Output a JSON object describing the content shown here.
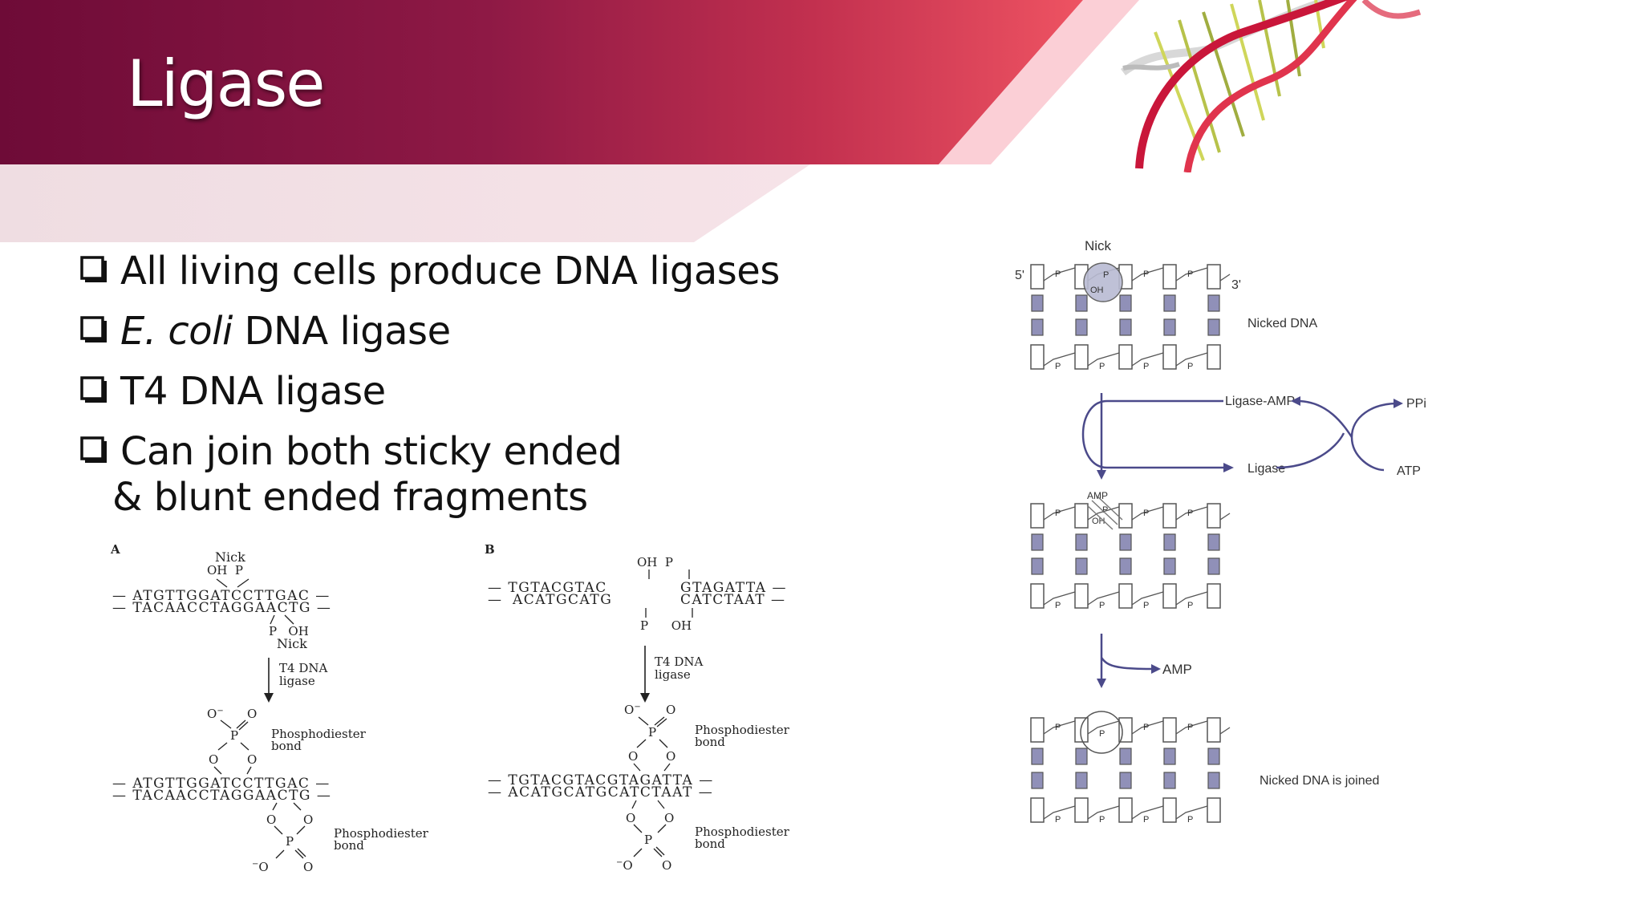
{
  "slide": {
    "title": "Ligase",
    "accent_colors": {
      "dark": "#6e0b37",
      "mid": "#a41e4a",
      "bright": "#e8475c",
      "light": "#f3d7de"
    }
  },
  "bullets": [
    {
      "text": "All living cells produce DNA ligases"
    },
    {
      "italic": "E. coli",
      "text": " DNA ligase"
    },
    {
      "text": "T4 DNA ligase"
    },
    {
      "text": "Can join both sticky ended",
      "continuation": "& blunt ended fragments"
    }
  ],
  "figure_a": {
    "panel": "A",
    "nick_top": "Nick",
    "oh_p_top": "OH  P",
    "top_strand": "— ATGTTGGATCCTTGAC —",
    "bottom_strand": "— TACAACCTAGGAACTG —",
    "p_oh_bottom": "P   OH",
    "nick_bottom": "Nick",
    "enzyme_1": "T4 DNA",
    "enzyme_2": "ligase",
    "phospho_1": "Phosphodiester",
    "phospho_2": "bond",
    "top_joined": "— ATGTTGGATCCTTGAC —",
    "bottom_joined": "— TACAACCTAGGAACTG —"
  },
  "figure_b": {
    "panel": "B",
    "oh_p_top": "OH  P",
    "top_left": "— TGTACGTAC",
    "top_right": "GTAGATTA —",
    "bottom_left": "ACATGCATG",
    "bottom_right": "CATCTAAT —",
    "p_oh_bottom": "P      OH",
    "enzyme_1": "T4 DNA",
    "enzyme_2": "ligase",
    "phospho_1": "Phosphodiester",
    "phospho_2": "bond",
    "top_joined": "— TGTACGTACGTAGATTA —",
    "bottom_joined": "— ACATGCATGCATCTAAT —"
  },
  "figure_c": {
    "nick": "Nick",
    "five_prime": "5'",
    "three_prime": "3'",
    "nicked_dna": "Nicked DNA",
    "ligase_amp": "Ligase-AMP",
    "ppi": "PPi",
    "ligase": "Ligase",
    "atp": "ATP",
    "amp_label": "AMP",
    "amp_release": "AMP",
    "joined": "Nicked DNA is joined",
    "p": "P",
    "oh": "OH"
  }
}
